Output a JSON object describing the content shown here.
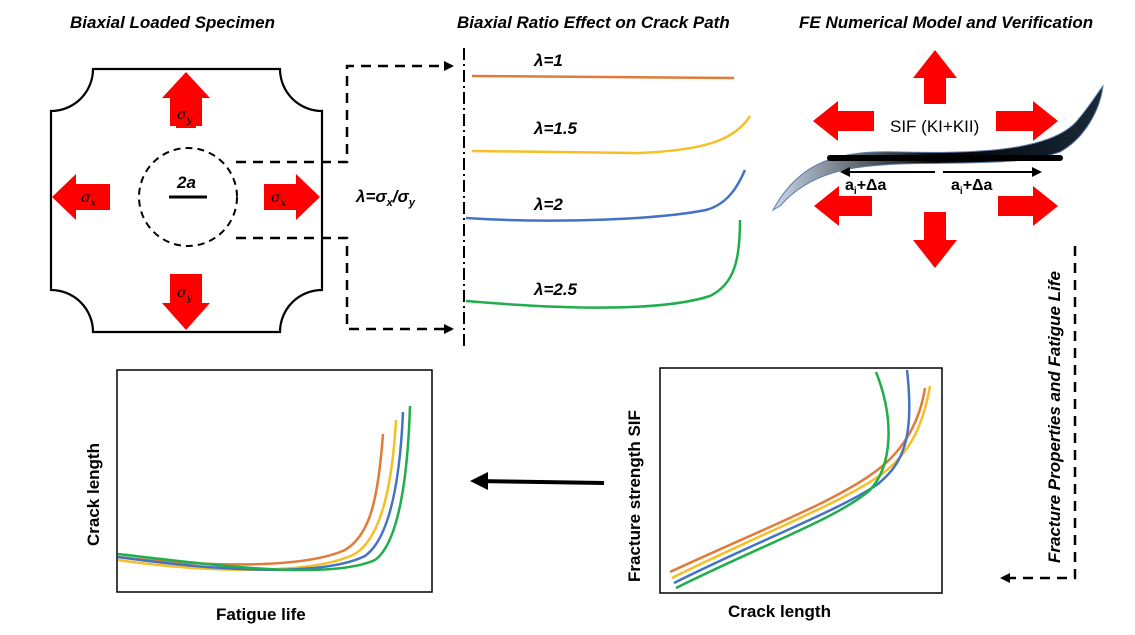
{
  "titles": {
    "specimen": "Biaxial Loaded Specimen",
    "ratio": "Biaxial Ratio Effect on Crack Path",
    "fe": "FE Numerical Model and Verification"
  },
  "specimen": {
    "crack_label": "2a",
    "sigma": "σ",
    "sub_x": "x",
    "sub_y": "y"
  },
  "ratio": {
    "definition_prefix": "λ=σ",
    "definition_mid": "/σ",
    "sub_x": "x",
    "sub_y": "y",
    "lambdas": [
      {
        "label": "λ=1",
        "color": "#e07b39"
      },
      {
        "label": "λ=1.5",
        "color": "#f5bf25"
      },
      {
        "label": "λ=2",
        "color": "#4472c4"
      },
      {
        "label": "λ=2.5",
        "color": "#1fae4b"
      }
    ]
  },
  "fe": {
    "sif_label": "SIF (KI+KII)",
    "increment_prefix": "a",
    "increment_sub": "i",
    "increment_suffix": "+Δa",
    "side_label": "Fracture Properties and Fatigue Life"
  },
  "chart_fatigue": {
    "xlabel": "Fatigue life",
    "ylabel": "Crack length"
  },
  "chart_sif": {
    "xlabel": "Crack length",
    "ylabel": "Fracture strength SIF"
  },
  "colors": {
    "arrow_red": "#ff0000",
    "orange": "#e07b39",
    "yellow": "#f5bf25",
    "blue": "#4472c4",
    "green": "#1fae4b"
  }
}
